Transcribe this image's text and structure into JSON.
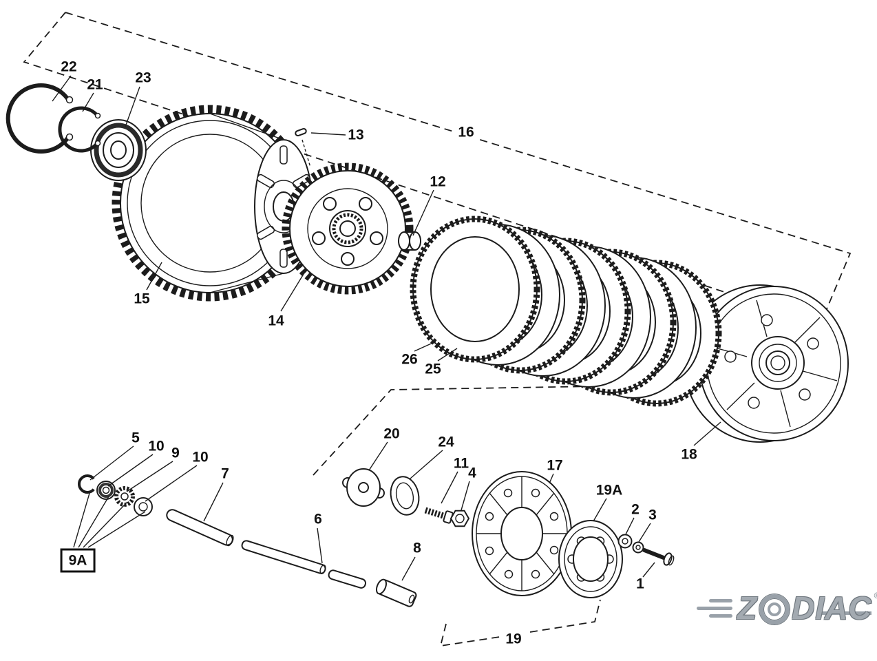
{
  "diagram": {
    "background": "#ffffff",
    "line_color": "#1c1c1c"
  },
  "labels": {
    "p22": "22",
    "p21": "21",
    "p23": "23",
    "p13": "13",
    "p16": "16",
    "p12": "12",
    "p15": "15",
    "p14": "14",
    "p26": "26",
    "p25": "25",
    "p18": "18",
    "p5": "5",
    "p10a": "10",
    "p9": "9",
    "p10b": "10",
    "p7": "7",
    "p6": "6",
    "p8": "8",
    "p9A": "9A",
    "p20": "20",
    "p24": "24",
    "p11": "11",
    "p4": "4",
    "p17": "17",
    "p19A": "19A",
    "p2": "2",
    "p3": "3",
    "p1": "1",
    "p19": "19"
  },
  "logo": {
    "letter_z": "Z",
    "letters_rest": "DIAC",
    "registered": "®",
    "color": "#99a1a9"
  }
}
